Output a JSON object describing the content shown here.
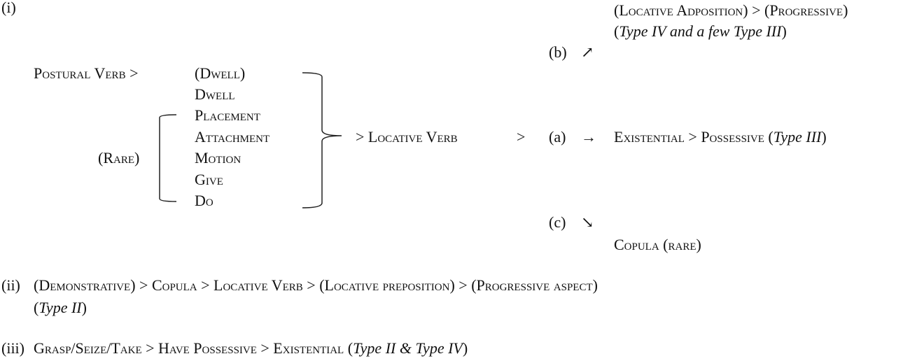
{
  "part_i": {
    "label": "(i)",
    "source": "Postural Verb >",
    "rare_label": "(Rare)",
    "items": [
      "(Dwell)",
      "Dwell",
      "Placement",
      "Attachment",
      "Motion",
      "Give",
      "Do"
    ],
    "target": "> Locative Verb",
    "target_gt": ">",
    "branches": {
      "b": {
        "label": "(b)",
        "arrow": "↗",
        "line1_a": "(Locative Adposition) > (Progressive)",
        "line2_open": "(",
        "line2_type": "Type IV and a few Type III",
        "line2_close": ")"
      },
      "a": {
        "label": "(a)",
        "arrow": "→",
        "text": "Existential > Possessive (",
        "type": "Type III",
        "close": ")"
      },
      "c": {
        "label": "(c)",
        "arrow": "↘",
        "text": "Copula (rare)"
      }
    }
  },
  "part_ii": {
    "label": "(ii)",
    "text": "(Demonstrative) > Copula > Locative Verb > (Locative preposition) > (Progressive aspect)",
    "open": "(",
    "type": "Type II",
    "close": ")"
  },
  "part_iii": {
    "label": "(iii)",
    "text": "Grasp/Seize/Take > Have Possessive > Existential (",
    "type": "Type II & Type IV",
    "close": ")"
  }
}
